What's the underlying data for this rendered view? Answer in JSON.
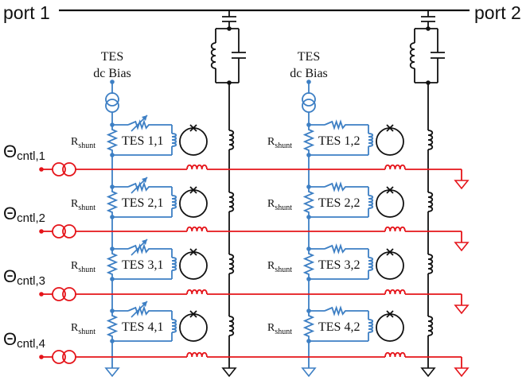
{
  "ports": {
    "left": "port 1",
    "right": "port 2"
  },
  "bias": {
    "line1": "TES",
    "line2": "dc Bias"
  },
  "shunt": {
    "main": "R",
    "sub": "shunt"
  },
  "control": {
    "symbol": "Θ",
    "prefix": "cntl,",
    "rows": [
      "1",
      "2",
      "3",
      "4"
    ]
  },
  "columns": [
    {
      "tes": [
        "TES 1,1",
        "TES 2,1",
        "TES 3,1",
        "TES 4,1"
      ]
    },
    {
      "tes": [
        "TES 1,2",
        "TES 2,2",
        "TES 3,2",
        "TES 4,2"
      ]
    }
  ],
  "colors": {
    "tes_circuit": "#3d7fc4",
    "control_line": "#e5141a",
    "readout": "#111111"
  }
}
